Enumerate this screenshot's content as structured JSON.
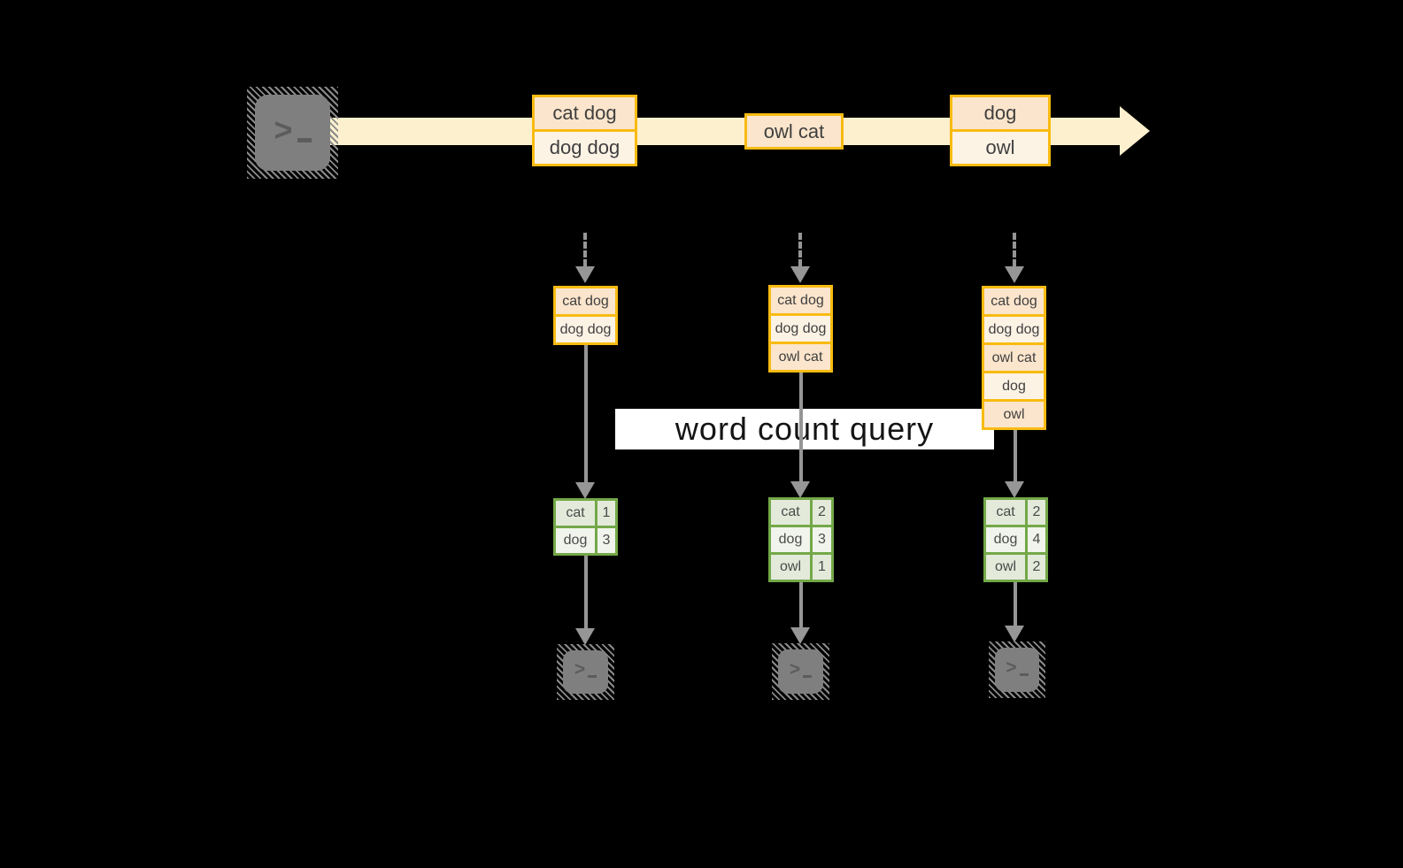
{
  "banner": {
    "label": "word count query"
  },
  "colors": {
    "background": "#000000",
    "stream_band": "#FCF0CE",
    "record_border": "#F8BB11",
    "record_fill_dark": "#FBE5CC",
    "record_fill_light": "#FDF3E5",
    "table_border": "#73A848",
    "table_fill_dark": "#E3EADA",
    "table_fill_light": "#F1F4EC",
    "arrow_gray": "#969696",
    "terminal_gray": "#7F7F7F"
  },
  "icons": {
    "source": "terminal-prompt-icon",
    "sink": "terminal-prompt-icon",
    "stream": "right-arrow",
    "flow": "down-arrow"
  },
  "stream": {
    "boxes": [
      {
        "cells": [
          "cat dog",
          "dog dog"
        ]
      },
      {
        "cells": [
          "owl cat"
        ]
      },
      {
        "cells": [
          "dog",
          "owl"
        ]
      }
    ]
  },
  "tasks": [
    {
      "buffer": [
        "cat dog",
        "dog dog"
      ],
      "counts": [
        {
          "word": "cat",
          "count": 1
        },
        {
          "word": "dog",
          "count": 3
        }
      ]
    },
    {
      "buffer": [
        "cat dog",
        "dog dog",
        "owl cat"
      ],
      "counts": [
        {
          "word": "cat",
          "count": 2
        },
        {
          "word": "dog",
          "count": 3
        },
        {
          "word": "owl",
          "count": 1
        }
      ]
    },
    {
      "buffer": [
        "cat dog",
        "dog dog",
        "owl cat",
        "dog",
        "owl"
      ],
      "counts": [
        {
          "word": "cat",
          "count": 2
        },
        {
          "word": "dog",
          "count": 4
        },
        {
          "word": "owl",
          "count": 2
        }
      ]
    }
  ]
}
